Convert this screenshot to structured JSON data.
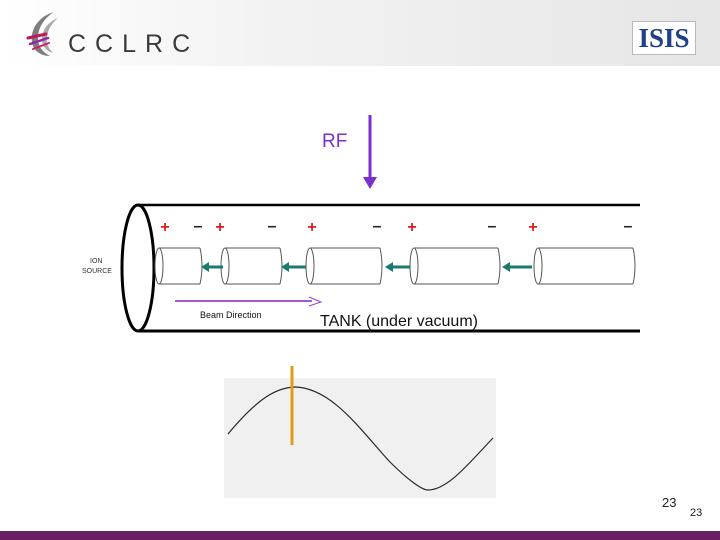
{
  "header": {
    "logo_text": "CCLRC",
    "badge_text": "ISIS"
  },
  "diagram": {
    "rf_label": "RF",
    "ion_source_line1": "ION",
    "ion_source_line2": "SOURCE",
    "beam_direction": "Beam Direction",
    "tank_label": "TANK (under vacuum)",
    "polarity_signs": [
      "+",
      "–",
      "+",
      "–",
      "+",
      "–",
      "+",
      "–",
      "+",
      "–"
    ]
  },
  "footer": {
    "page_number": "23",
    "page_number_small": "23"
  },
  "colors": {
    "rf_arrow": "#7a2fd1",
    "plus_sign": "#d42020",
    "field_arrow": "#1a7a6e",
    "beam_arrow": "#9b3fc8",
    "marker": "#e39a16",
    "footer_bar": "#6b1f63"
  }
}
